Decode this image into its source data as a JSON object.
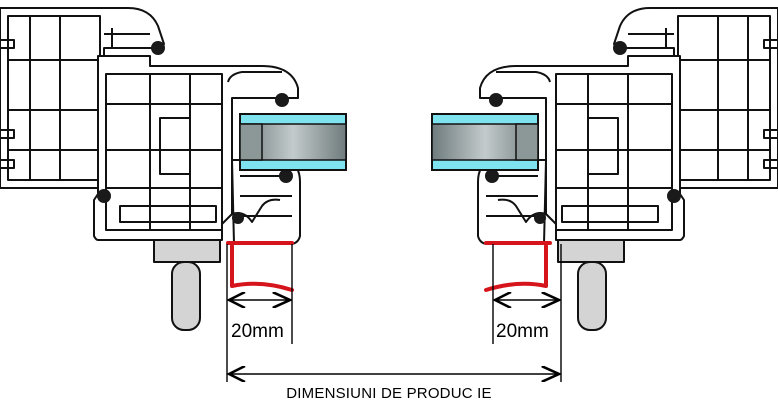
{
  "diagram": {
    "left_dimension_label": "20mm",
    "right_dimension_label": "20mm",
    "caption": "DIMENSIUNI DE PRODUC  IE"
  },
  "colors": {
    "outline": "#111111",
    "profile_fill": "#ffffff",
    "accent_red": "#d6141c",
    "glass_cyan": "#7fe3ef",
    "glass_gray": "#8c9798",
    "gasket": "#1a1a1a",
    "handle": "#d4d4d4"
  }
}
